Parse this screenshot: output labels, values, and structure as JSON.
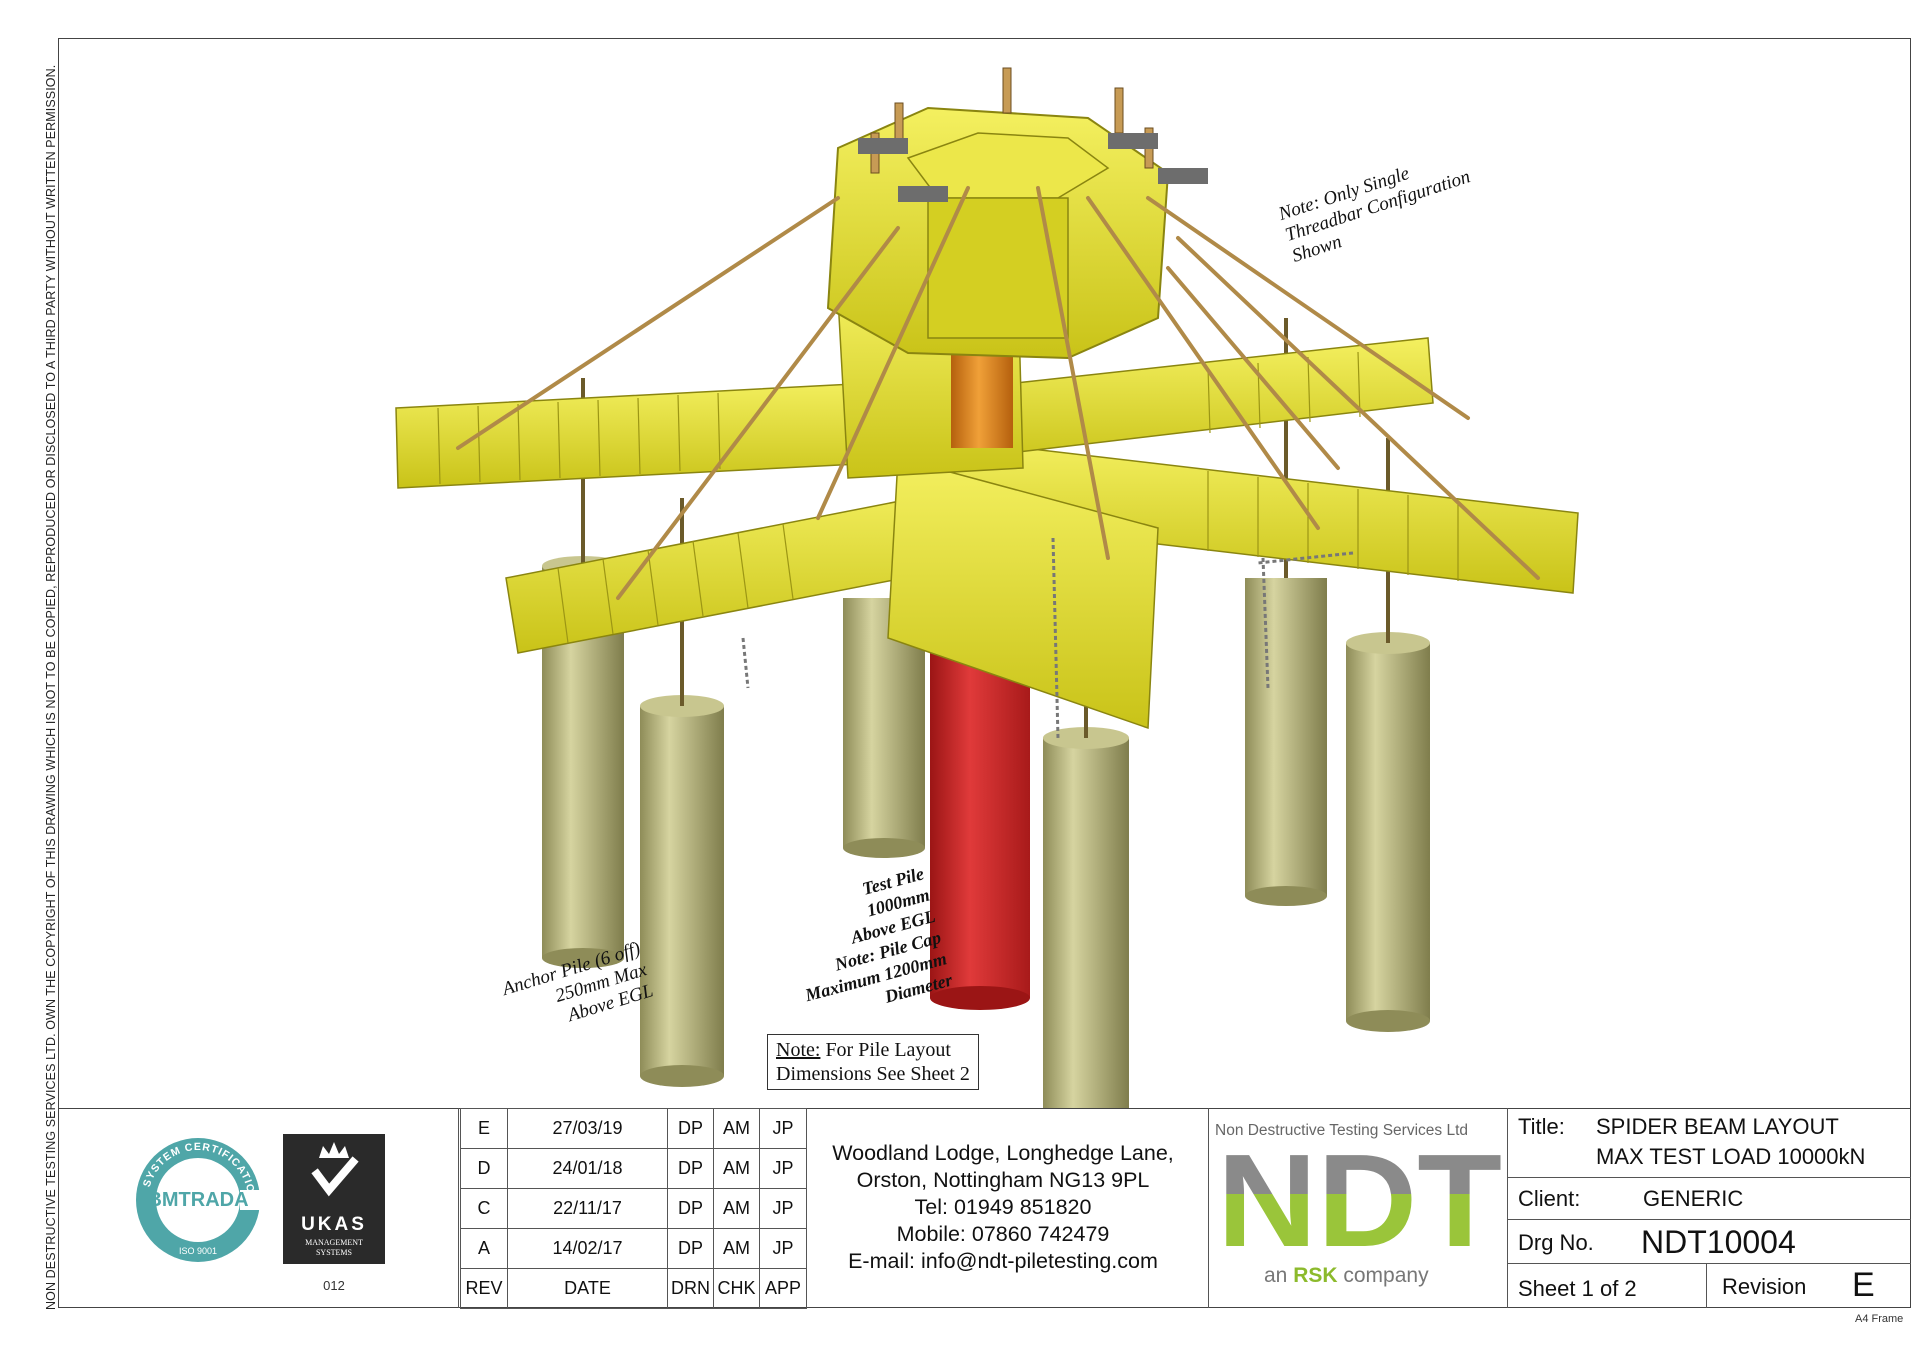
{
  "copyright_notice": "NON DESTRUCTIVE TESTING SERVICES LTD.  OWN THE COPYRIGHT OF THIS DRAWING WHICH IS NOT TO BE COPIED, REPRODUCED OR DISCLOSED TO A THIRD PARTY WITHOUT WRITTEN PERMISSION.",
  "annotations": {
    "threadbar_note": "Note: Only Single\nThreadbar Configuration\nShown",
    "anchor_pile_note": "Anchor Pile (6 off)\n250mm Max\nAbove EGL",
    "test_pile_note": "Test Pile\n1000mm\nAbove EGL\nNote: Pile Cap\nMaximum 1200mm\nDiameter",
    "layout_note_label": "Note:",
    "layout_note_text": " For Pile Layout",
    "layout_note_text2": "Dimensions See Sheet 2"
  },
  "colors": {
    "beam_yellow": "#e4e021",
    "beam_shadow": "#b5b012",
    "anchor_pile": "#b9b77f",
    "test_pile": "#d42a2a",
    "jack_orange": "#e08a1e",
    "threadbar": "#b08a48",
    "ndt_grey": "#8a8a8a",
    "ndt_green": "#9ac53a",
    "bm_teal": "#4fa6a8"
  },
  "logos": {
    "bm_trada_ring": "SYSTEM CERTIFICATION",
    "bm_trada": "BMTRADA",
    "bm_iso": "ISO 9001",
    "ukas": "UKAS",
    "ukas_sub1": "MANAGEMENT",
    "ukas_sub2": "SYSTEMS",
    "ukas_number": "012"
  },
  "revisions": {
    "rows": [
      {
        "rev": "E",
        "date": "27/03/19",
        "drn": "DP",
        "chk": "AM",
        "app": "JP"
      },
      {
        "rev": "D",
        "date": "24/01/18",
        "drn": "DP",
        "chk": "AM",
        "app": "JP"
      },
      {
        "rev": "C",
        "date": "22/11/17",
        "drn": "DP",
        "chk": "AM",
        "app": "JP"
      },
      {
        "rev": "A",
        "date": "14/02/17",
        "drn": "DP",
        "chk": "AM",
        "app": "JP"
      }
    ],
    "headers": {
      "rev": "REV",
      "date": "DATE",
      "drn": "DRN",
      "chk": "CHK",
      "app": "APP"
    }
  },
  "address": {
    "line1": "Woodland Lodge, Longhedge Lane,",
    "line2": "Orston, Nottingham NG13 9PL",
    "tel": "Tel: 01949 851820",
    "mobile": "Mobile: 07860 742479",
    "email": "E-mail: info@ndt-piletesting.com"
  },
  "company": {
    "name": "Non Destructive Testing Services Ltd",
    "logo_text": "NDT",
    "tagline_pre": "an ",
    "tagline_brand": "RSK",
    "tagline_post": " company"
  },
  "title_block": {
    "title_label": "Title:",
    "title_line1": "SPIDER BEAM LAYOUT",
    "title_line2": "MAX TEST LOAD 10000kN",
    "client_label": "Client:",
    "client_value": "GENERIC",
    "drg_label": "Drg No.",
    "drg_value": "NDT10004",
    "sheet": "Sheet 1 of 2",
    "revision_label": "Revision",
    "revision_value": "E"
  },
  "frame_label": "A4 Frame"
}
